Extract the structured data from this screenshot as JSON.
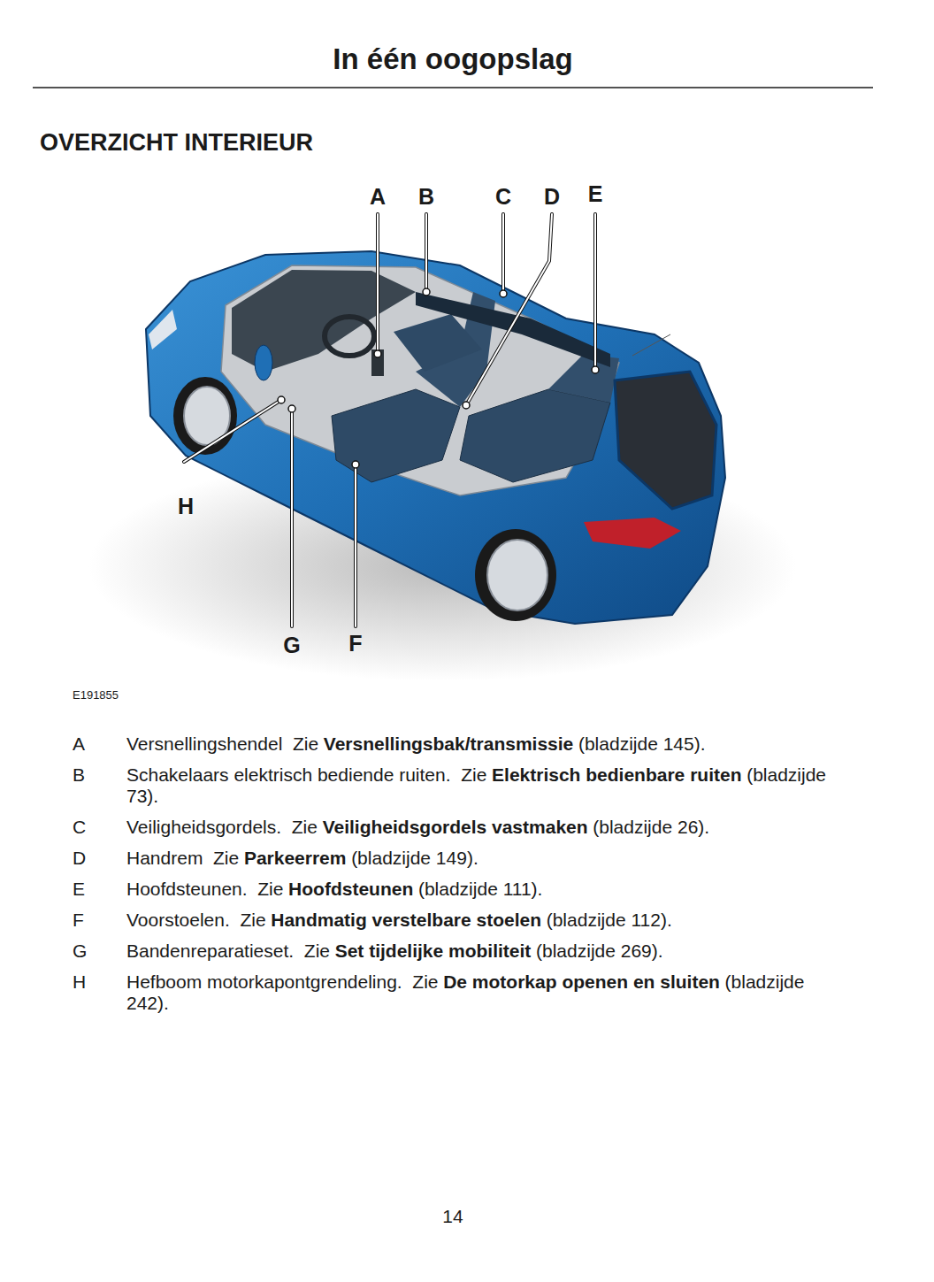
{
  "diagram": {
    "title": "OVERZICHT INTERIEUR",
    "labels": [
      "In één oogopslag",
      "A",
      "B",
      "C",
      "D",
      "E",
      "H",
      "G",
      "F",
      "E191855",
      "A",
      "Versnellingshendel  Zie",
      "Versnellingsbak/transmissie",
      "(bladzijde 145).",
      "B",
      "Schakelaars elektrisch bediende ruiten.  Zie",
      "Elektrisch bedienbare ruiten",
      "(bladzijde 73).",
      "C",
      "Veiligheidsgordels.  Zie",
      "Veiligheidsgordels vastmaken",
      "(bladzijde 26).",
      "D",
      "Handrem  Zie",
      "Parkeerrem",
      "(bladzijde 149).",
      "E",
      "Hoofdsteunen.  Zie",
      "Hoofdsteunen",
      "(bladzijde 111).",
      "F",
      "Voorstoelen.  Zie",
      "Handmatig verstelbare stoelen",
      "(bladzijde 112).",
      "G",
      "Bandenreparatieset.  Zie",
      "Set tijdelijke mobiliteit",
      "(bladzijde 269).",
      "H",
      "Hefboom motorkapontgrendeling.  Zie",
      "De motorkap openen en sluiten",
      "(bladzijde 242).",
      "14"
    ]
  }
}
